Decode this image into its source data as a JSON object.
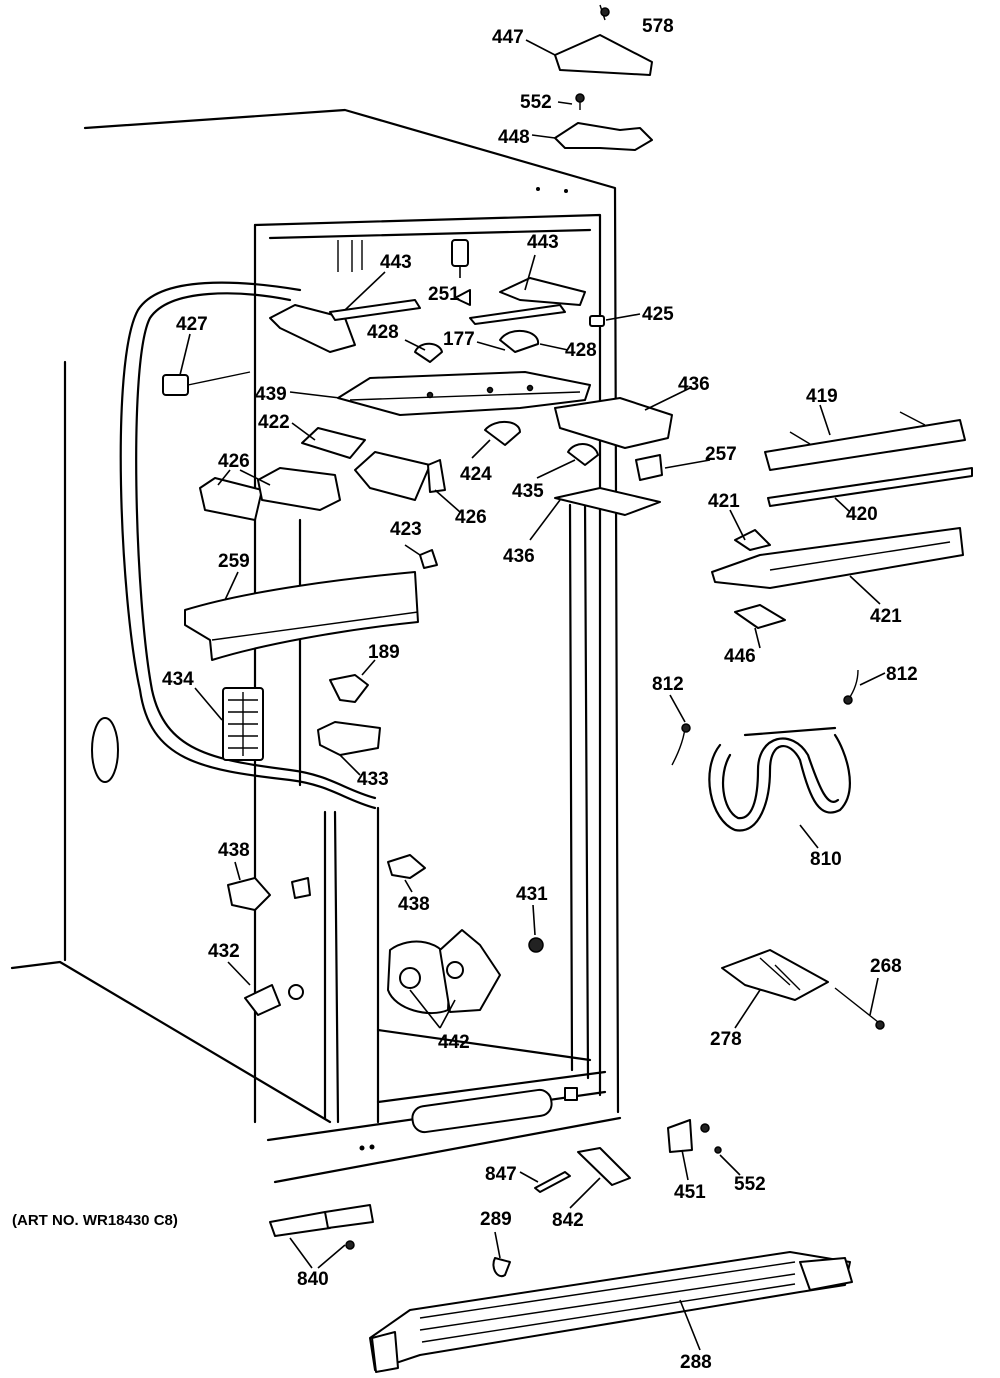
{
  "art_note": "(ART NO. WR18430 C8)",
  "labels": {
    "p578": "578",
    "p447": "447",
    "p552a": "552",
    "p448": "448",
    "p443a": "443",
    "p251": "251",
    "p443b": "443",
    "p425": "425",
    "p427": "427",
    "p428a": "428",
    "p177": "177",
    "p428b": "428",
    "p439": "439",
    "p436a": "436",
    "p419": "419",
    "p422": "422",
    "p426a": "426",
    "p424": "424",
    "p435": "435",
    "p257": "257",
    "p426b": "426",
    "p436b": "436",
    "p421a": "421",
    "p420": "420",
    "p423": "423",
    "p259": "259",
    "p421b": "421",
    "p446": "446",
    "p189": "189",
    "p434": "434",
    "p812a": "812",
    "p812b": "812",
    "p433": "433",
    "p810": "810",
    "p438a": "438",
    "p438b": "438",
    "p431": "431",
    "p432": "432",
    "p442": "442",
    "p268": "268",
    "p278": "278",
    "p847": "847",
    "p842": "842",
    "p451": "451",
    "p552b": "552",
    "p289": "289",
    "p840": "840",
    "p288": "288"
  }
}
